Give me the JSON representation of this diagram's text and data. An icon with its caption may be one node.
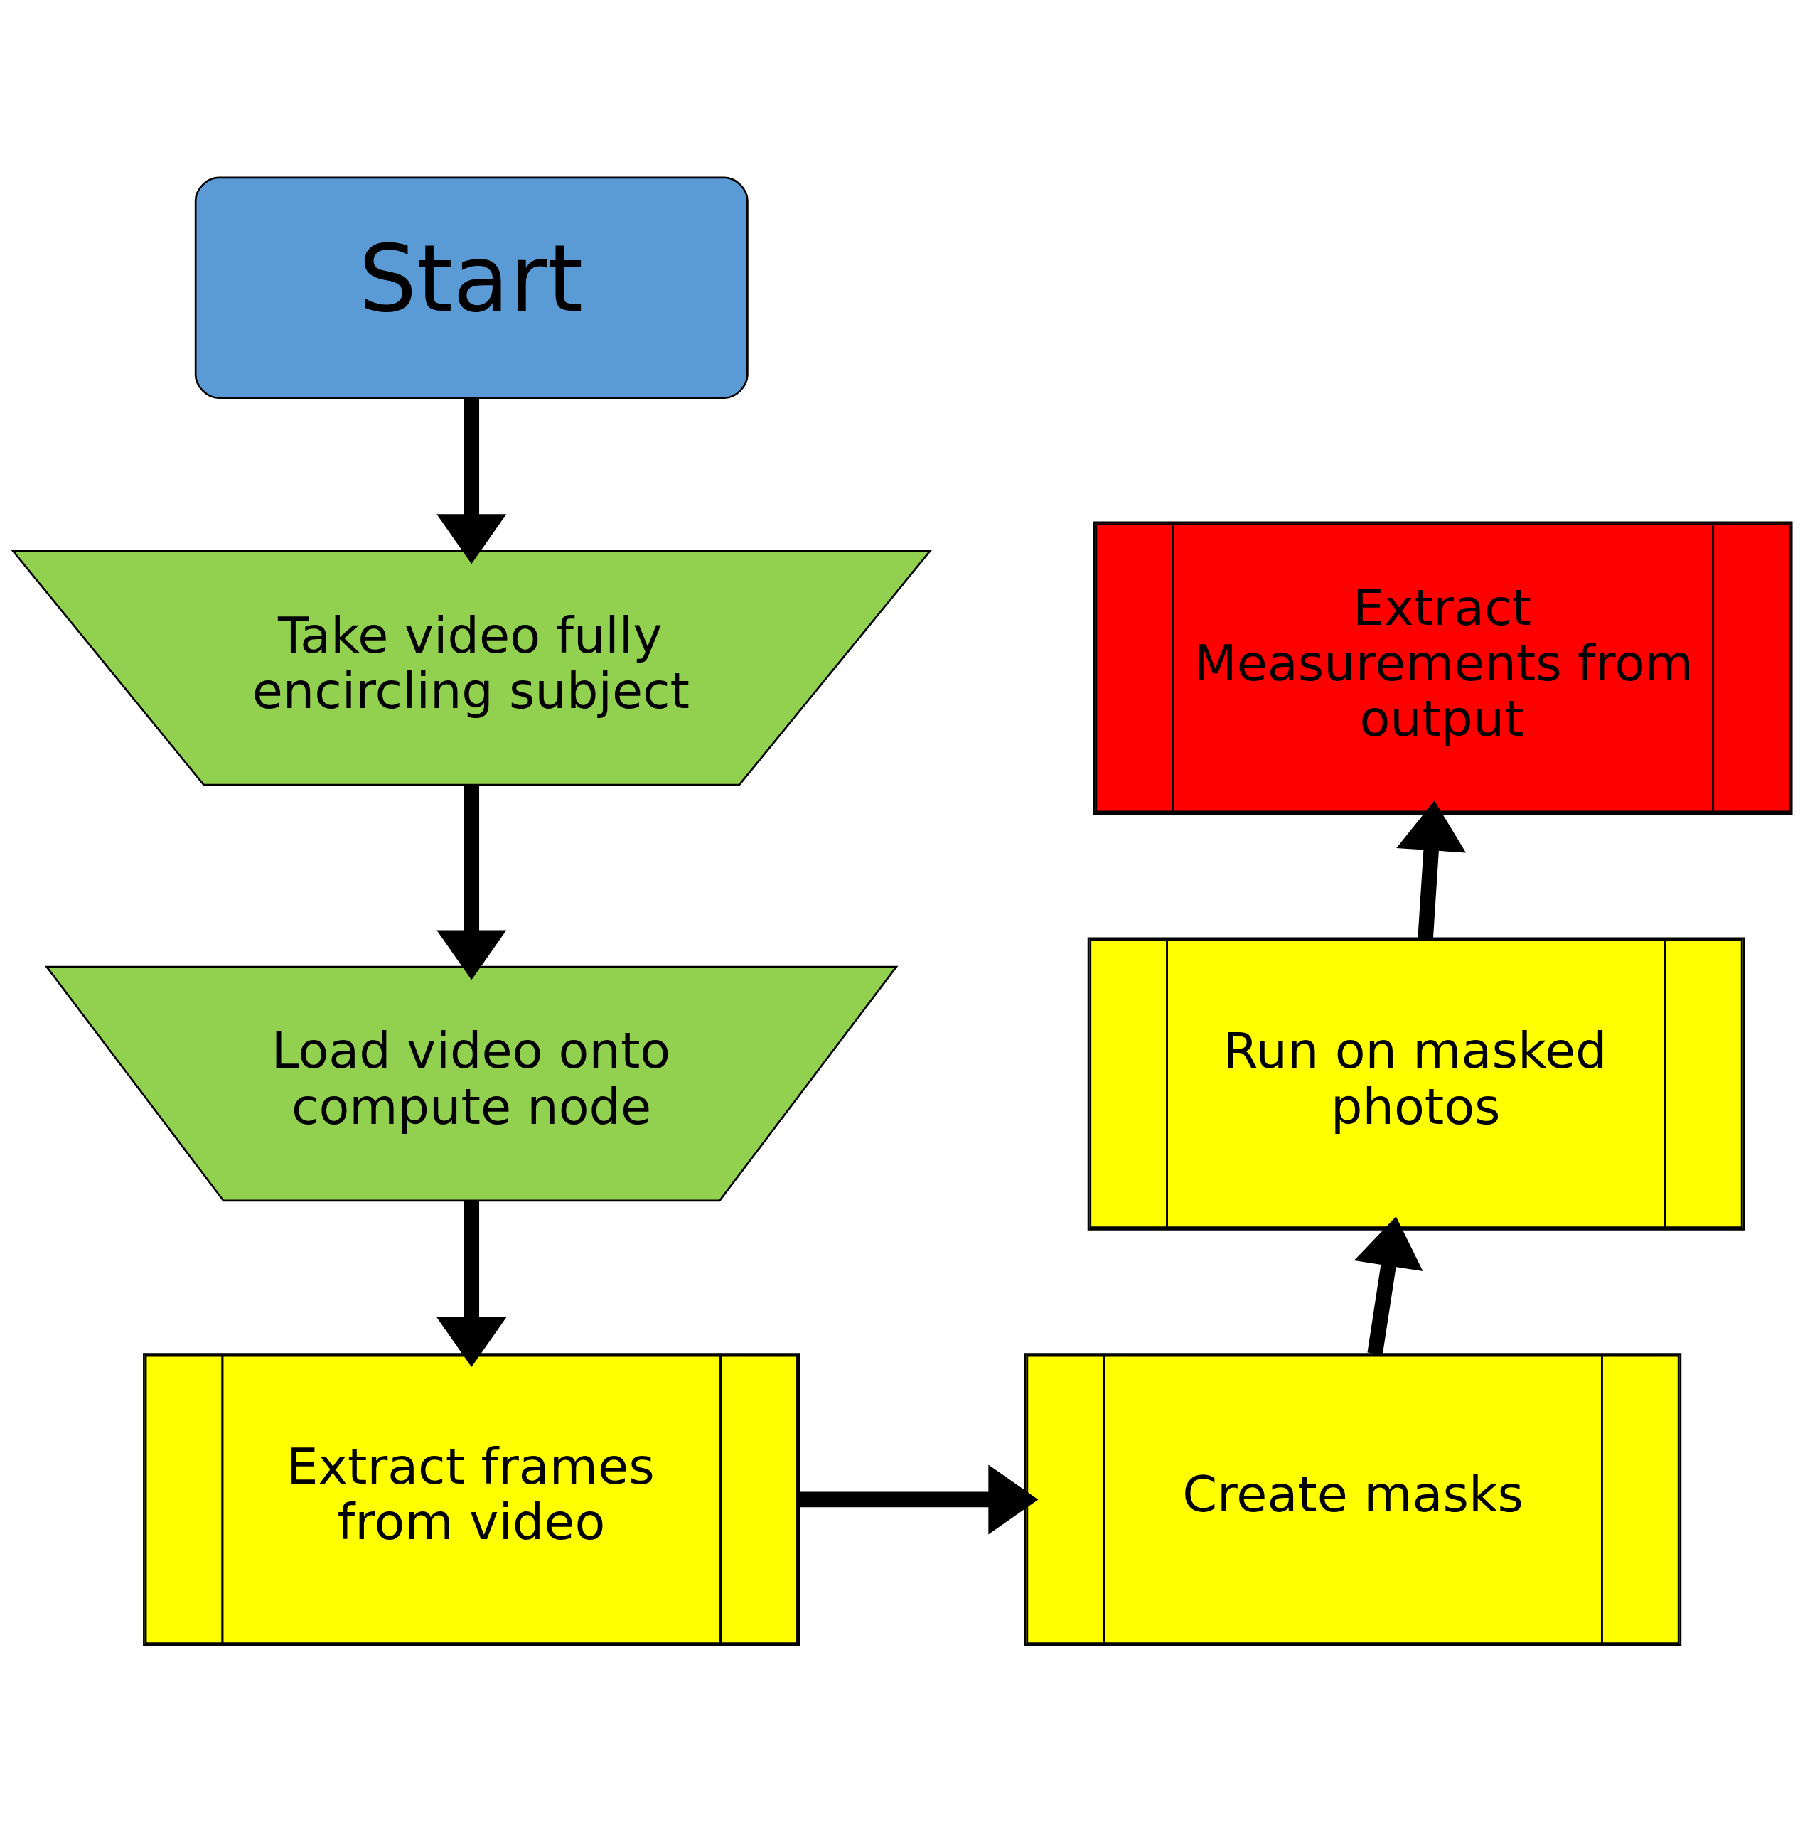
{
  "diagram": {
    "nodes": [
      {
        "text": [
          "Start"
        ]
      },
      {
        "text": [
          "Take video fully encircling subject"
        ]
      },
      {
        "text": [
          "Load video onto compute node"
        ]
      },
      {
        "text": [
          "Extract frames from video"
        ]
      },
      {
        "text": [
          "Create masks"
        ]
      },
      {
        "text": [
          "Run on masked photos"
        ]
      },
      {
        "text": [
          "Extract Measurements from output"
        ]
      }
    ],
    "edges": [
      {
        "from": 0,
        "to": 1,
        "arrow": "to"
      },
      {
        "from": 1,
        "to": 2,
        "arrow": "to"
      },
      {
        "from": 2,
        "to": 3,
        "arrow": "to"
      },
      {
        "from": 3,
        "to": 4,
        "arrow": "to"
      },
      {
        "from": 4,
        "to": 5,
        "arrow": "to"
      },
      {
        "from": 5,
        "to": 6,
        "arrow": "to"
      }
    ]
  }
}
